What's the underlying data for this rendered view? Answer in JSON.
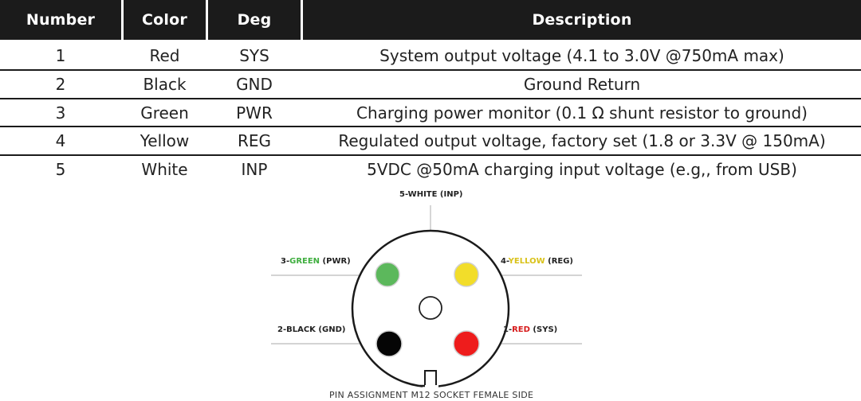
{
  "table": {
    "headers": [
      "Number",
      "Color",
      "Deg",
      "Description"
    ],
    "rows": [
      {
        "number": "1",
        "color": "Red",
        "deg": "SYS",
        "description": "System output voltage (4.1 to 3.0V @750mA max)"
      },
      {
        "number": "2",
        "color": "Black",
        "deg": "GND",
        "description": "Ground Return"
      },
      {
        "number": "3",
        "color": "Green",
        "deg": "PWR",
        "description": "Charging power monitor (0.1 Ω shunt resistor to ground)"
      },
      {
        "number": "4",
        "color": "Yellow",
        "deg": "REG",
        "description": "Regulated output voltage, factory set (1.8 or 3.3V @ 150mA)"
      },
      {
        "number": "5",
        "color": "White",
        "deg": "INP",
        "description": "5VDC @50mA charging input voltage (e.g,, from USB)"
      }
    ]
  },
  "diagram": {
    "pins": {
      "white": {
        "num": "5-",
        "color_word": "WHITE",
        "sig": " (INP)",
        "fill": "#ffffff",
        "label_color": "#222222"
      },
      "green": {
        "num": "3-",
        "color_word": "GREEN",
        "sig": " (PWR)",
        "fill": "#5cb85c",
        "label_color": "#3fae3f"
      },
      "yellow": {
        "num": "4-",
        "color_word": "YELLOW",
        "sig": " (REG)",
        "fill": "#f2dd2a",
        "label_color": "#d9c21a"
      },
      "black": {
        "num": "2-",
        "color_word": "BLACK",
        "sig": " (GND)",
        "fill": "#050505",
        "label_color": "#222222"
      },
      "red": {
        "num": "1-",
        "color_word": "RED",
        "sig": " (SYS)",
        "fill": "#ee1c1c",
        "label_color": "#d61a1a"
      }
    },
    "caption": "PIN ASSIGNMENT M12 SOCKET FEMALE SIDE"
  }
}
